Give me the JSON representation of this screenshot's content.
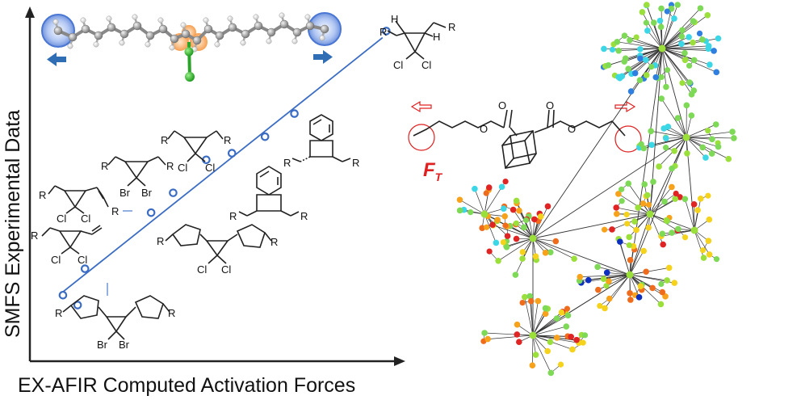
{
  "figure": {
    "x_axis_label": "EX-AFIR Computed Activation Forces",
    "y_axis_label": "SMFS Experimental Data",
    "force_label_main": "F",
    "force_label_sub": "T",
    "colors": {
      "axis": "#222222",
      "fit_line": "#3b6cc4",
      "data_marker": "#3b6cc4",
      "highlight_halo": "#6a8fdc",
      "chlorine_halo": "#f5a25a",
      "pull_arrow": "#2f6db5",
      "force_red": "#e02020",
      "edge": "#333333"
    },
    "molecule_labels": {
      "R": "R",
      "H": "H",
      "Cl": "Cl",
      "Br": "Br",
      "O": "O"
    }
  },
  "chart_data": {
    "type": "scatter",
    "title": "",
    "xlabel": "EX-AFIR Computed Activation Forces",
    "ylabel": "SMFS Experimental Data",
    "points": [
      {
        "x": 0.09,
        "y": 0.2
      },
      {
        "x": 0.13,
        "y": 0.17
      },
      {
        "x": 0.15,
        "y": 0.28
      },
      {
        "x": 0.33,
        "y": 0.45
      },
      {
        "x": 0.39,
        "y": 0.51
      },
      {
        "x": 0.48,
        "y": 0.61
      },
      {
        "x": 0.55,
        "y": 0.63
      },
      {
        "x": 0.64,
        "y": 0.68
      },
      {
        "x": 0.72,
        "y": 0.75
      },
      {
        "x": 0.97,
        "y": 1.0
      }
    ],
    "fit_line": {
      "x": [
        0.09,
        0.96
      ],
      "y": [
        0.21,
        0.98
      ]
    },
    "xlim": [
      0,
      1
    ],
    "ylim": [
      0,
      1.05
    ],
    "grid": false,
    "legend": "none"
  },
  "network": {
    "node_color_palette": [
      "#7ed957",
      "#9be03a",
      "#f5d21c",
      "#f7a21a",
      "#ef6c1c",
      "#e02424",
      "#3cd7e6",
      "#2f7fe0",
      "#0d2fc0"
    ]
  }
}
